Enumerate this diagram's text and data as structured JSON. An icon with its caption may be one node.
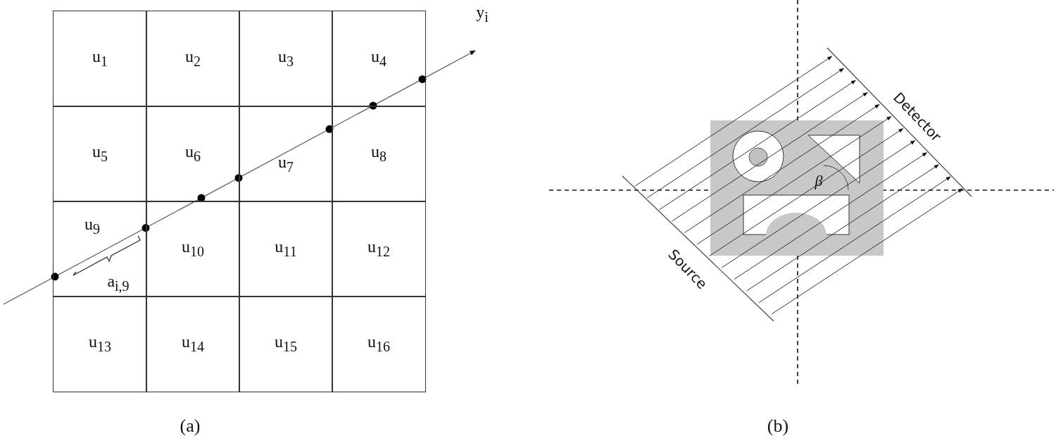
{
  "diagram": {
    "nodes": [
      {
        "text": [
          "u$_{1}$"
        ]
      },
      {
        "text": [
          "u$_{2}$"
        ]
      },
      {
        "text": [
          "u$_{3}$"
        ]
      },
      {
        "text": [
          "u$_{4}$"
        ]
      },
      {
        "text": [
          "u$_{5}$"
        ]
      },
      {
        "text": [
          "u$_{6}$"
        ]
      },
      {
        "text": [
          "u$_{7}$"
        ]
      },
      {
        "text": [
          "u$_{8}$"
        ]
      },
      {
        "text": [
          "u$_{9}$"
        ]
      },
      {
        "text": [
          "u$_{10}$"
        ]
      },
      {
        "text": [
          "u$_{11}$"
        ]
      },
      {
        "text": [
          "u$_{12}$"
        ]
      },
      {
        "text": [
          "u$_{13}$"
        ]
      },
      {
        "text": [
          "u$_{14}$"
        ]
      },
      {
        "text": [
          "u$_{15}$"
        ]
      },
      {
        "text": [
          "u$_{16}$"
        ]
      }
    ],
    "labels": [
      "y$_{i}$",
      "a$_{i,9}$",
      "Detector",
      "β",
      "Source",
      "(a)",
      "(b)"
    ]
  }
}
